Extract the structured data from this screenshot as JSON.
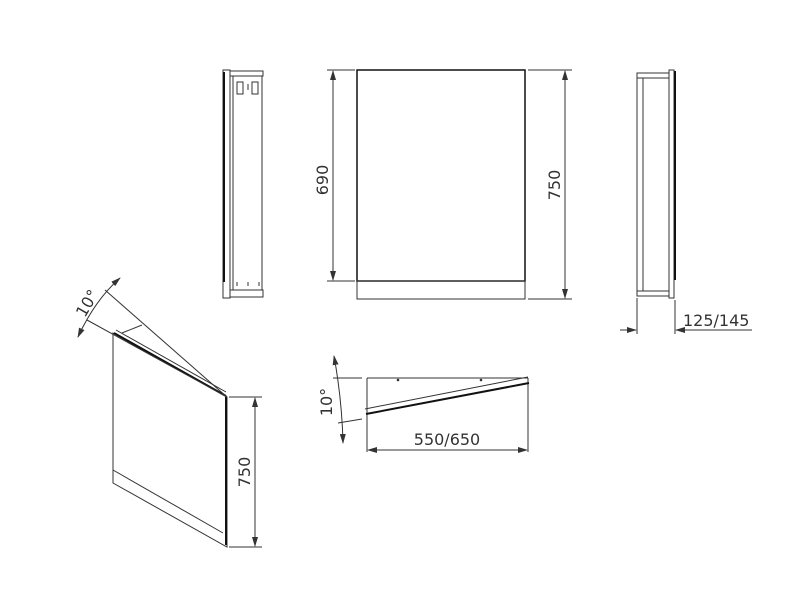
{
  "drawing": {
    "front_view": {
      "inner_height_label": "690",
      "total_height_label": "750"
    },
    "right_side_view": {
      "depth_label": "125/145"
    },
    "perspective_view": {
      "angle_label": "10°",
      "height_label": "750"
    },
    "top_view": {
      "angle_label": "10°",
      "width_label": "550/650"
    }
  },
  "colors": {
    "line": "#333333",
    "background": "#ffffff"
  }
}
